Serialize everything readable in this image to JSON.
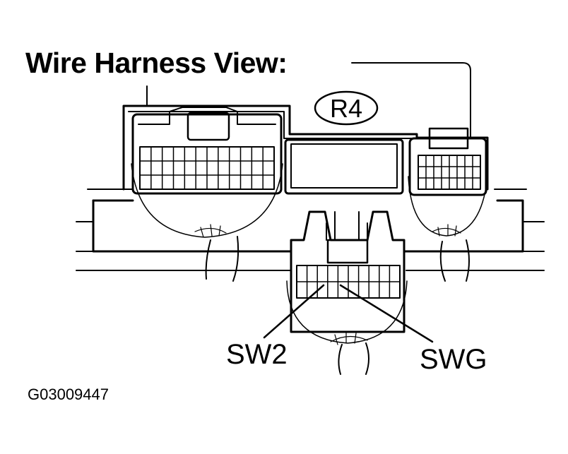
{
  "title": "Wire Harness View:",
  "connector_id": "R4",
  "pins": {
    "left": "SW2",
    "right": "SWG"
  },
  "figure_code": "G03009447"
}
